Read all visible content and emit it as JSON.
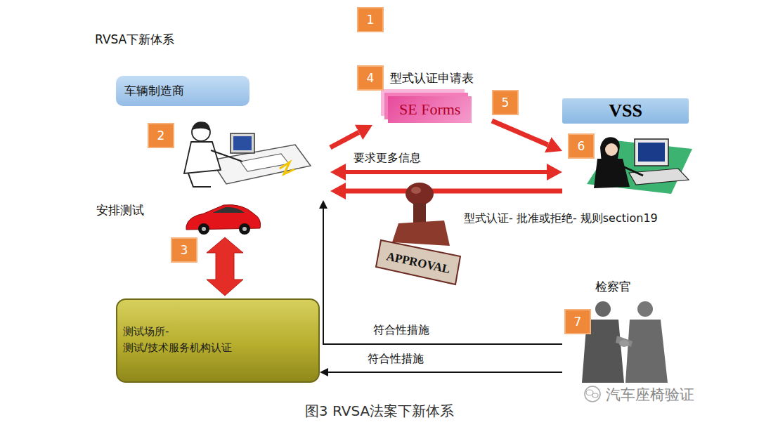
{
  "diagram": {
    "title": "RVSA下新体系",
    "caption": "图3 RVSA法案下新体系",
    "nodes": [
      {
        "text": [
          "车辆制造商"
        ]
      },
      {
        "text": [
          "型式认证申请表",
          "SE Forms"
        ]
      },
      {
        "text": [
          "VSS"
        ]
      },
      {
        "text": [
          "测试场所- 测试/技术服务机构认证"
        ]
      },
      {
        "text": [
          "检察官"
        ]
      }
    ],
    "edges": [
      {
        "from": 0,
        "to": 1,
        "arrow": "to"
      },
      {
        "from": 1,
        "to": 2,
        "arrow": "to"
      },
      {
        "from": 0,
        "to": 2,
        "label": "要求更多信息",
        "arrow": "both"
      },
      {
        "from": 2,
        "to": 0,
        "arrow": "to"
      },
      {
        "from": 4,
        "to": 0,
        "label": "符合性措施",
        "arrow": "to"
      },
      {
        "from": 4,
        "to": 3,
        "label": "符合性措施",
        "arrow": "to"
      }
    ],
    "labels": [
      "1",
      "2",
      "3",
      "4",
      "5",
      "6",
      "7",
      "安排测试",
      "型式认证- 批准或拒绝- 规则section19",
      "APPROVAL",
      "汽车座椅验证"
    ]
  }
}
